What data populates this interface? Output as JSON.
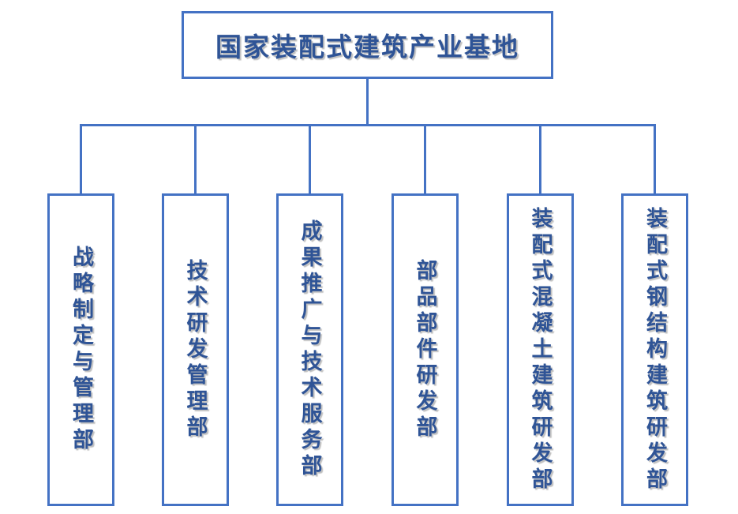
{
  "colors": {
    "line": "#4472C4",
    "text": "#2F5496",
    "background": "#FFFFFF"
  },
  "root": {
    "label": "国家装配式建筑产业基地"
  },
  "departments": [
    {
      "label": "战略制定与管理部"
    },
    {
      "label": "技术研发管理部"
    },
    {
      "label": "成果推广与技术服务部"
    },
    {
      "label": "部品部件研发部"
    },
    {
      "label": "装配式混凝土建筑研发部"
    },
    {
      "label": "装配式钢结构建筑研发部"
    }
  ]
}
